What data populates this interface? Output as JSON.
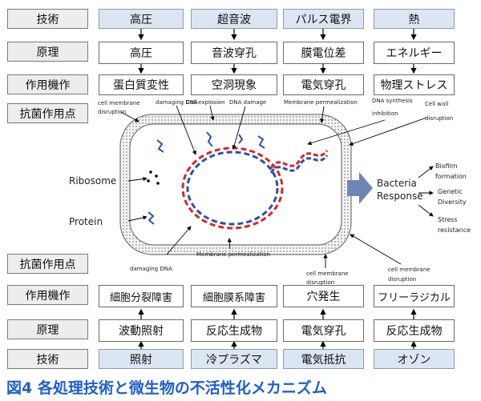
{
  "row_labels": {
    "technique": "技術",
    "principle": "原理",
    "mechanism": "作用機作",
    "action_point": "抗菌作用点"
  },
  "top": {
    "technique": [
      "高圧",
      "超音波",
      "パルス電界",
      "熱"
    ],
    "principle": [
      "高圧",
      "音波穿孔",
      "膜電位差",
      "エネルギー"
    ],
    "mechanism": [
      "蛋白質変性",
      "空洞現象",
      "電気穿孔",
      "物理ストレス"
    ]
  },
  "bottom": {
    "mechanism": [
      "細胞分裂障害",
      "細胞膜系障害",
      "穴発生",
      "フリーラジカル"
    ],
    "principle": [
      "波動照射",
      "反応生成物",
      "電気穿孔",
      "反応生成物"
    ],
    "technique": [
      "照射",
      "冷プラズマ",
      "電気抵抗",
      "オゾン"
    ]
  },
  "cell_labels": {
    "cell_membrane_disruption": "cell membrane disruption",
    "damaging_dna": "damaging DNA",
    "cell_explosion": "Cell explosion",
    "dna_damage": "DNA damage",
    "membrane_permeabilization": "Membrane permealization",
    "dna_synthesis_inhibition": "DNA synthesis inhibition",
    "cell_wall_disruption": "Cell wall disruption",
    "ribosome": "Ribosome",
    "protein": "Protein",
    "damaging_dna_bottom": "damaging DNA",
    "membrane_permeabilization_bottom": "Membrane permealization",
    "cell_membrane_disruption_bottom": "cell membrane disruption",
    "cell_membrane_disruption_right": "cell membrane disruption"
  },
  "response": {
    "title_line1": "Bacteria",
    "title_line2": "Response",
    "items": [
      "Biofilm formation",
      "Genetic Diversity",
      "Stress resistance"
    ]
  },
  "figure_title": "図4  各処理技術と微生物の不活性化メカニズム",
  "colors": {
    "label_bg": "#ededed",
    "technique_bg": "#dce6f2",
    "title": "#1f5fc8",
    "arrow": "#6f86b5",
    "dna_red": "#d6282b",
    "dna_blue": "#2f4fa8"
  }
}
